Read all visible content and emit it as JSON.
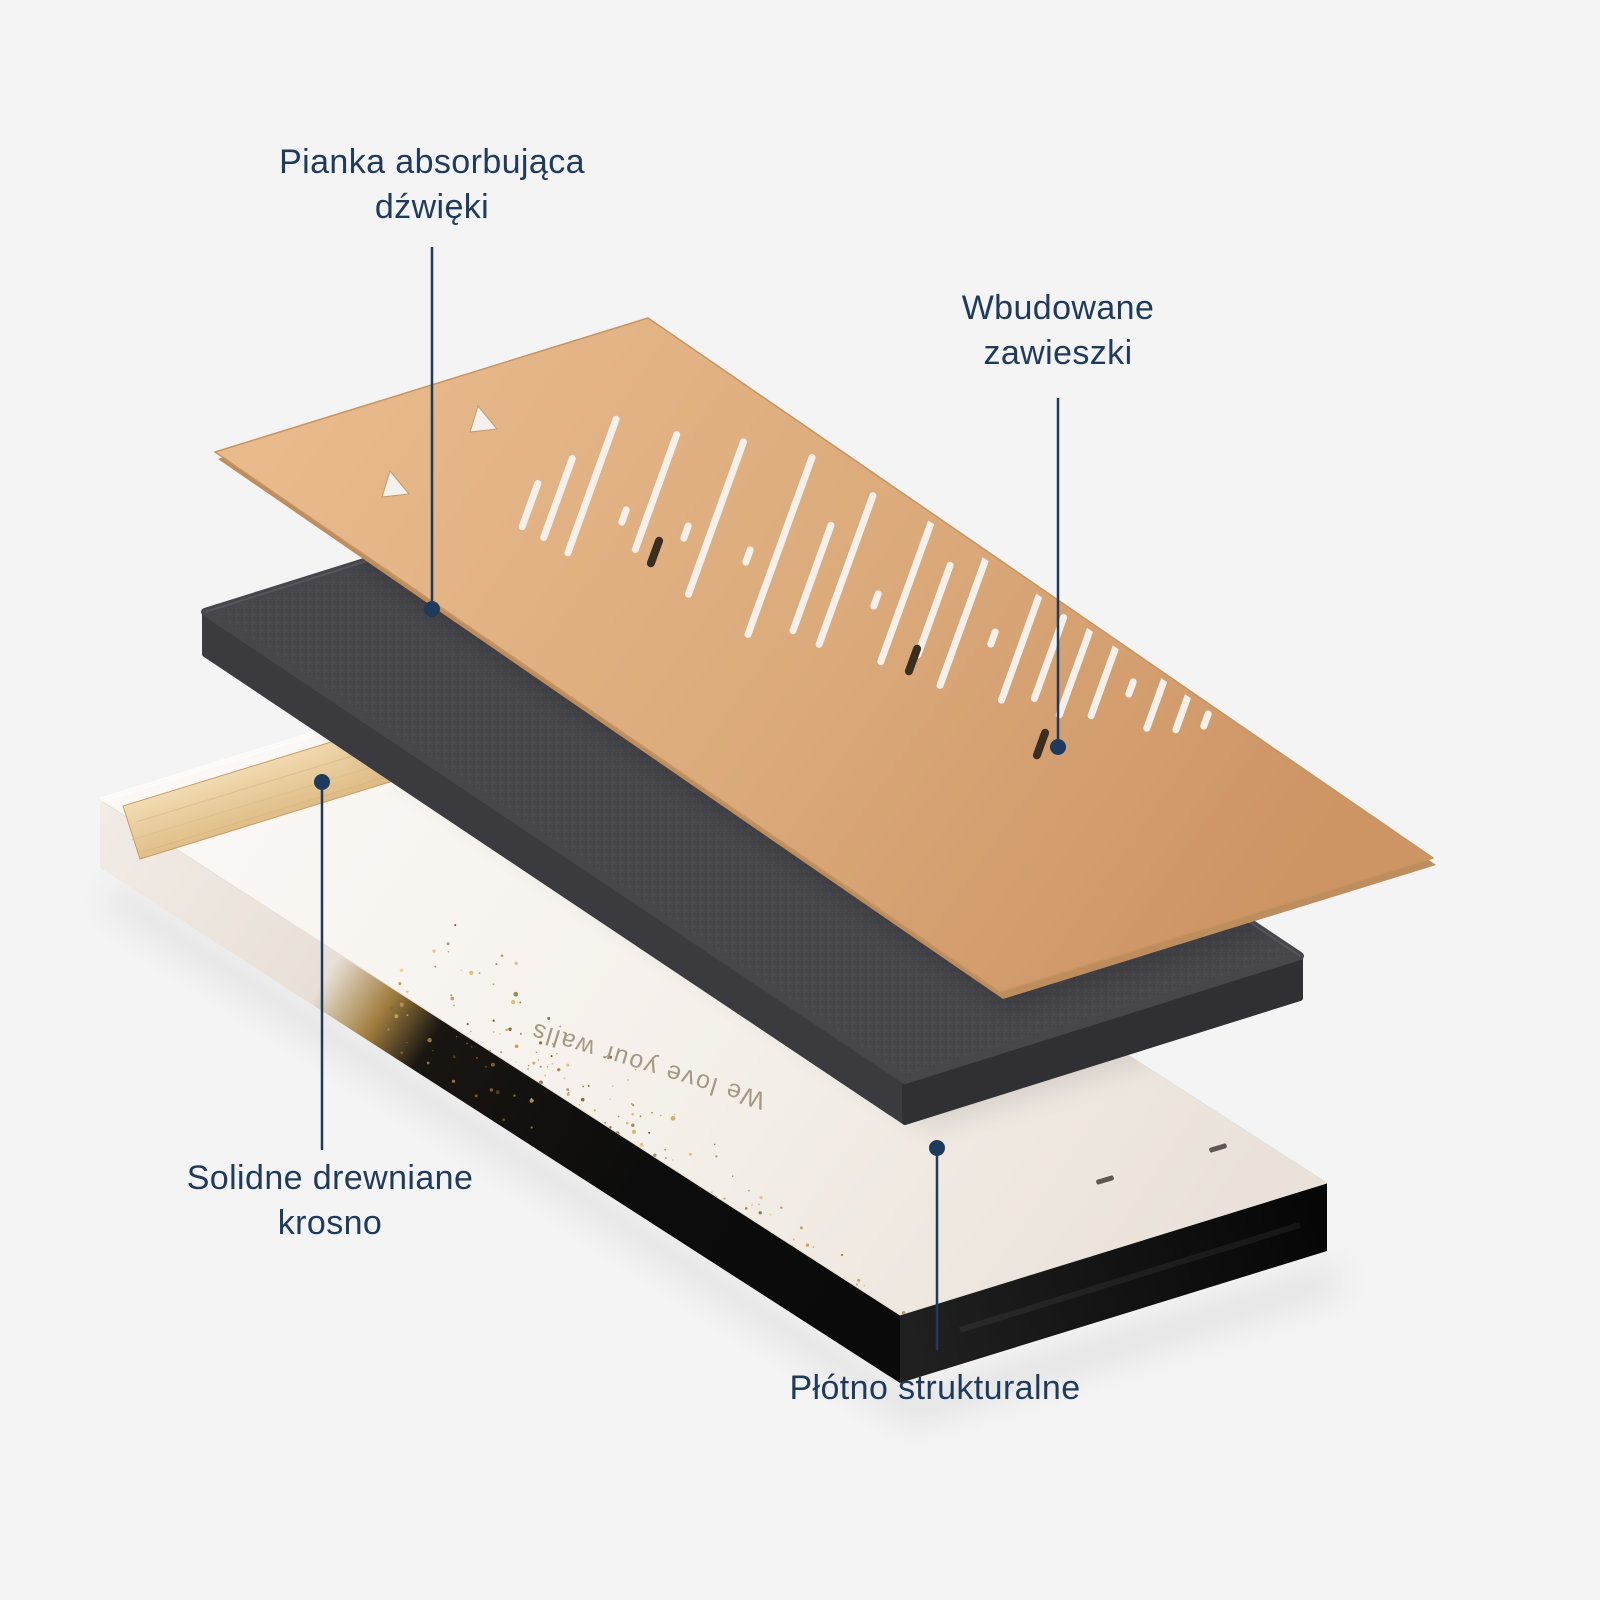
{
  "page": {
    "background": "#f4f4f5"
  },
  "colors": {
    "accent": "#1e3a5c",
    "panel_tan": "#dcab7c",
    "panel_edge": "#bd8d5e",
    "slot_white": "#f4f1ed",
    "foam_gray": "#48484d",
    "canvas_white": "#f7f3ee",
    "wood": "#e9cfa2",
    "canvas_side_black": "#121212",
    "glitter_palette": [
      "#c9a24b",
      "#a9812f",
      "#8a6a26",
      "#e0bd6a",
      "#6b521f"
    ]
  },
  "labels": {
    "foam": {
      "line1": "Pianka absorbująca",
      "line2": "dźwięki"
    },
    "hangers": {
      "line1": "Wbudowane",
      "line2": "zawieszki"
    },
    "frame": {
      "line1": "Solidne drewniane",
      "line2": "krosno"
    },
    "canvas": {
      "line1": "Płótno strukturalne"
    }
  },
  "artwork": {
    "brand_text": "We love your walls"
  },
  "soundwave": {
    "bars": [
      [
        530,
        505,
        46
      ],
      [
        558,
        498,
        84
      ],
      [
        592,
        486,
        142
      ],
      [
        624,
        516,
        13
      ],
      [
        656,
        492,
        122
      ],
      [
        686,
        532,
        13
      ],
      [
        716,
        518,
        162
      ],
      [
        748,
        556,
        13
      ],
      [
        780,
        546,
        188
      ],
      [
        812,
        578,
        112
      ],
      [
        846,
        570,
        158
      ],
      [
        876,
        600,
        13
      ],
      [
        906,
        592,
        148
      ],
      [
        934,
        610,
        95
      ],
      [
        963,
        622,
        135
      ],
      [
        993,
        638,
        13
      ],
      [
        1021,
        646,
        115
      ],
      [
        1049,
        658,
        86
      ],
      [
        1077,
        666,
        104
      ],
      [
        1104,
        680,
        76
      ],
      [
        1131,
        688,
        13
      ],
      [
        1157,
        700,
        60
      ],
      [
        1183,
        710,
        42
      ],
      [
        1206,
        720,
        13
      ]
    ],
    "hanger_slots": [
      [
        655,
        552
      ],
      [
        913,
        660
      ],
      [
        1041,
        744
      ]
    ]
  }
}
